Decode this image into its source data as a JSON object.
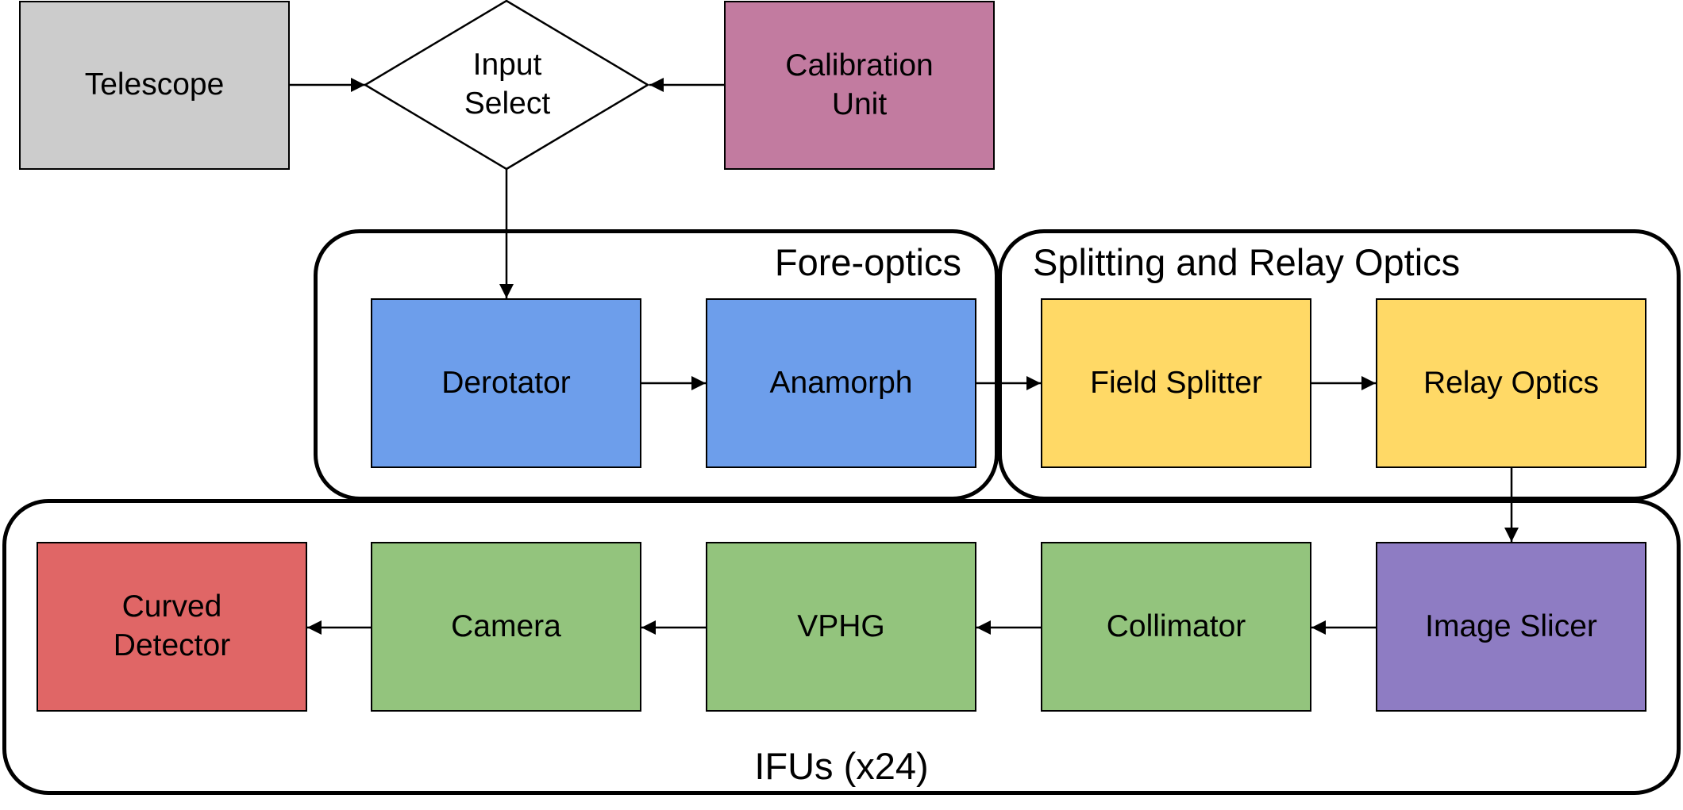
{
  "colors": {
    "telescope": "#cccccc",
    "calibration": "#c27ba0",
    "foreoptics": "#6d9eeb",
    "splitting": "#ffd966",
    "ifu_green": "#93c47d",
    "slicer": "#8e7cc3",
    "detector": "#e06666"
  },
  "groups": {
    "foreoptics": "Fore-optics",
    "splitting": "Splitting and Relay Optics",
    "ifus": "IFUs (x24)"
  },
  "nodes": {
    "telescope": "Telescope",
    "input_select": "Input\nSelect",
    "calibration_unit": "Calibration\nUnit",
    "derotator": "Derotator",
    "anamorph": "Anamorph",
    "field_splitter": "Field Splitter",
    "relay_optics": "Relay Optics",
    "image_slicer": "Image Slicer",
    "collimator": "Collimator",
    "vphg": "VPHG",
    "camera": "Camera",
    "curved_detector": "Curved\nDetector"
  }
}
